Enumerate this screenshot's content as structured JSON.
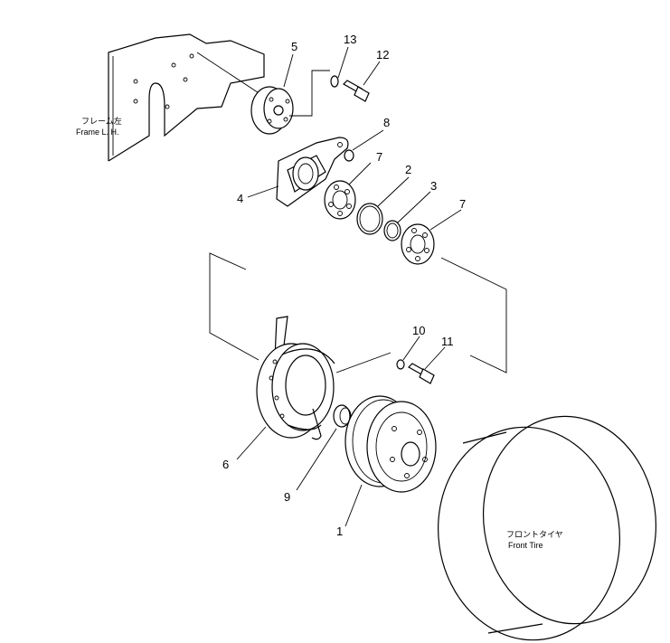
{
  "parts": {
    "p1": "1",
    "p2": "2",
    "p3": "3",
    "p4": "4",
    "p5": "5",
    "p6": "6",
    "p7a": "7",
    "p7b": "7",
    "p8": "8",
    "p9": "9",
    "p10": "10",
    "p11": "11",
    "p12": "12",
    "p13": "13"
  },
  "captions": {
    "frame_jp": "フレーム左",
    "frame_en": "Frame L. H.",
    "tire_jp": "フロントタイヤ",
    "tire_en": "Front Tire"
  }
}
